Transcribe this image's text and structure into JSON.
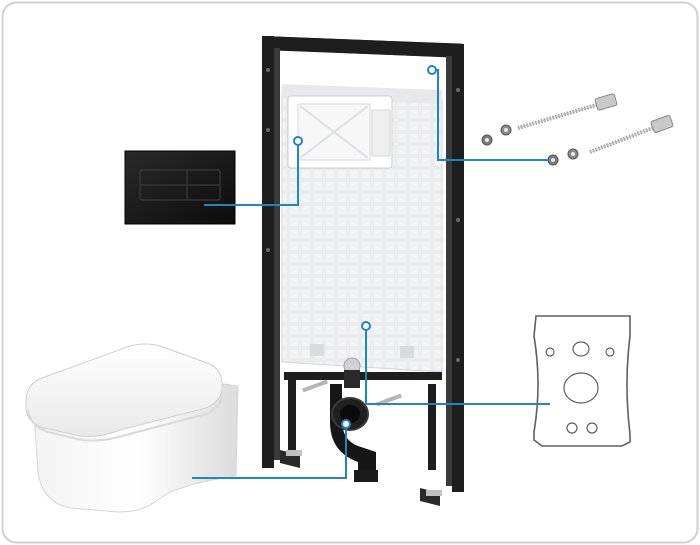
{
  "scene": {
    "kind": "product-illustration",
    "items": [
      "wall-hung-toilet-bowl",
      "concealed-cistern-frame",
      "flush-button-plate",
      "anchor-bolt-set",
      "sound-insulation-mat"
    ],
    "colors": {
      "frame": "#1e1e1e",
      "callout": "#1f86c6",
      "cistern": "#f2f3f5",
      "button_plate": "#141414",
      "ceramic": "#ffffff",
      "border": "#cfcfcf"
    }
  }
}
